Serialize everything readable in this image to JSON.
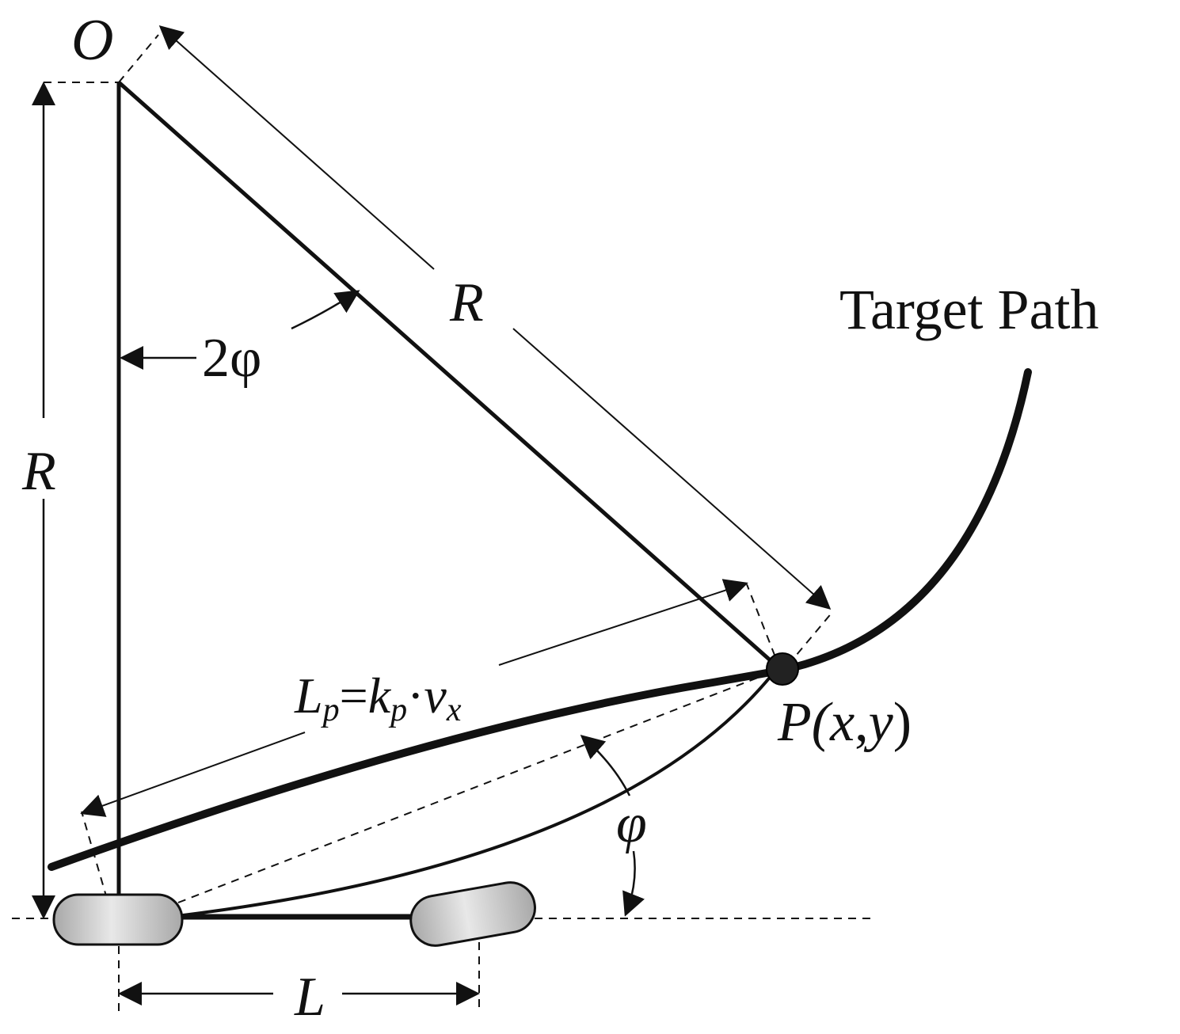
{
  "labels": {
    "origin": "O",
    "radius_vertical": "R",
    "radius_diagonal": "R",
    "angle_two_phi": "2φ",
    "angle_phi": "φ",
    "target_path": "Target Path",
    "lookahead_L": "L",
    "lookahead_p_sub": "p",
    "lookahead_eq": "=",
    "lookahead_k": "k",
    "lookahead_k_sub": "p",
    "lookahead_dot": "·",
    "lookahead_v": "v",
    "lookahead_v_sub": "x",
    "point_P": "P(",
    "point_x": "x",
    "point_comma": ",",
    "point_y": "y",
    "point_close": ")",
    "wheelbase": "L"
  },
  "colors": {
    "ink": "#111111",
    "wheel_light": "#e8e8e8",
    "wheel_dark": "#a8a8a8"
  }
}
